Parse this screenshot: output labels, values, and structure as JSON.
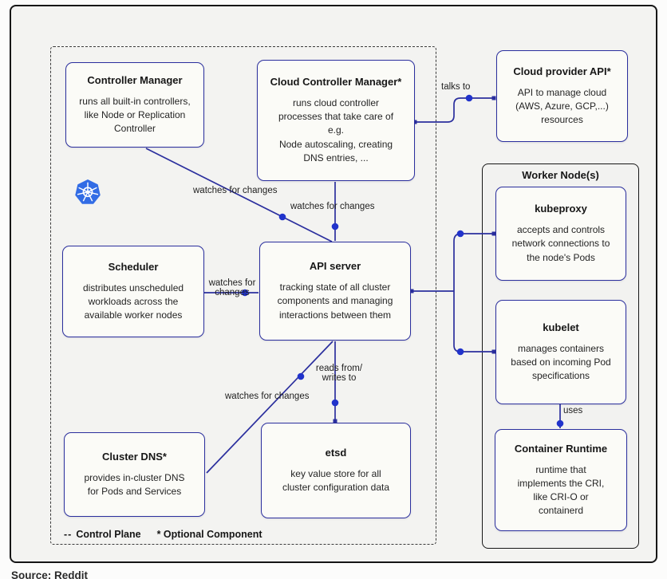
{
  "colors": {
    "accent_navy": "#2b2f9e",
    "dot_blue": "#2133cb",
    "k8s_blue": "#326ce5",
    "frame_black": "#161616"
  },
  "worker": {
    "title": "Worker Node(s)"
  },
  "boxes": {
    "controller_manager": {
      "title": "Controller Manager",
      "body": "runs all built-in controllers,\nlike Node or Replication\nController"
    },
    "cloud_controller_manager": {
      "title": "Cloud Controller Manager*",
      "body": "runs cloud controller\nprocesses that take care of\ne.g.\nNode autoscaling, creating\nDNS entries, ..."
    },
    "cloud_provider_api": {
      "title": "Cloud provider API*",
      "body": "API to manage cloud\n(AWS, Azure, GCP,...)\nresources"
    },
    "scheduler": {
      "title": "Scheduler",
      "body": "distributes unscheduled\nworkloads across the\navailable worker nodes"
    },
    "api_server": {
      "title": "API server",
      "body": "tracking state of all cluster\ncomponents and managing\ninteractions between them"
    },
    "cluster_dns": {
      "title": "Cluster DNS*",
      "body": "provides in-cluster DNS\nfor Pods and Services"
    },
    "etsd": {
      "title": "etsd",
      "body": "key value store for all\ncluster configuration data"
    },
    "kubeproxy": {
      "title": "kubeproxy",
      "body": "accepts and controls\nnetwork connections to\nthe node's Pods"
    },
    "kubelet": {
      "title": "kubelet",
      "body": "manages containers\nbased on incoming Pod\nspecifications"
    },
    "container_runtime": {
      "title": "Container Runtime",
      "body": "runtime that\nimplements the CRI,\nlike CRI-O or\ncontainerd"
    }
  },
  "edge_labels": {
    "talks_to": "talks to",
    "watches_controller_manager": "watches for changes",
    "watches_cloud_controller_manager": "watches for changes",
    "watches_scheduler": "watches for\nchanges",
    "watches_cluster_dns": "watches for changes",
    "reads_writes": "reads from/\nwrites to",
    "uses": "uses"
  },
  "legend": {
    "dash": "--",
    "control_plane": "Control Plane",
    "optional": "* Optional Component"
  },
  "source_note": "Source: Reddit"
}
